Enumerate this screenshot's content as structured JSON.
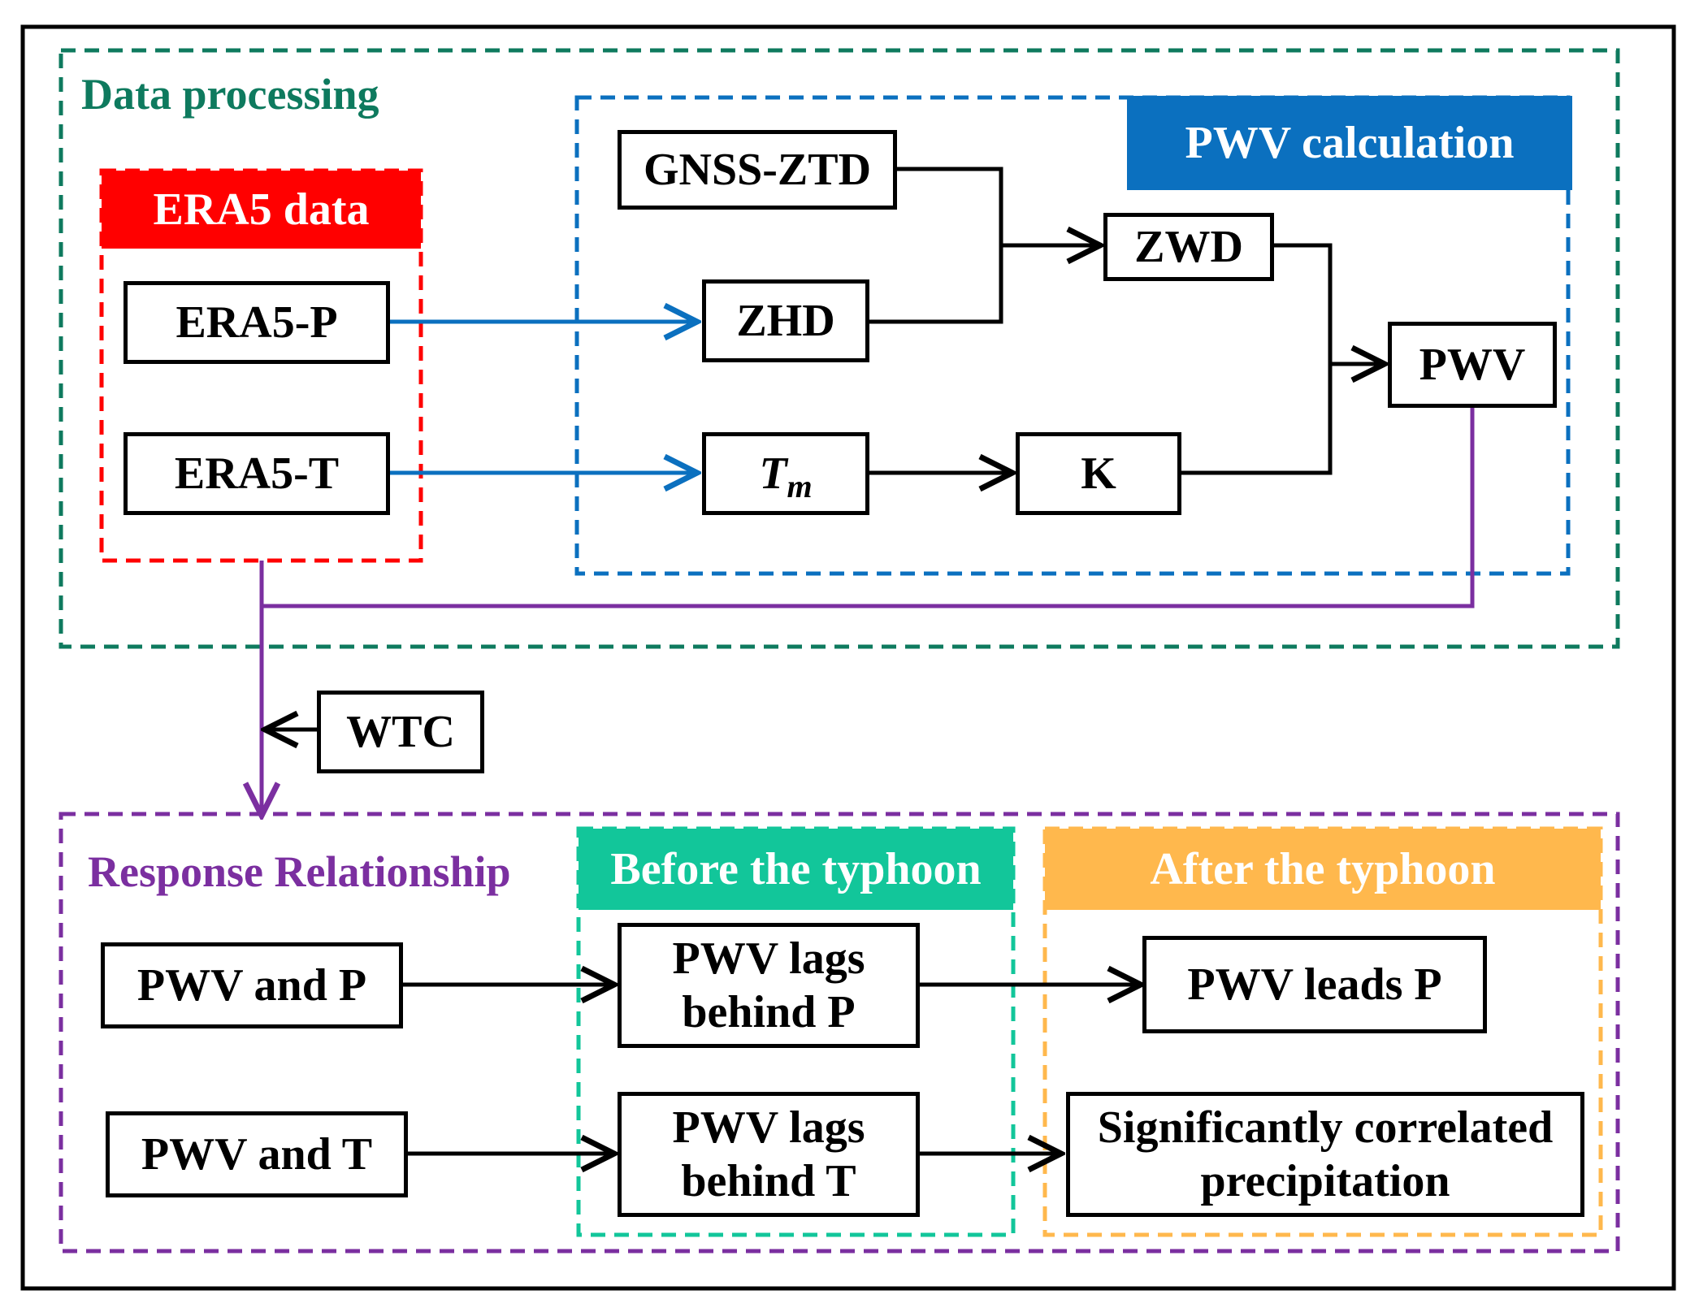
{
  "groups": {
    "data_processing": {
      "title": "Data processing",
      "color": "#0e7a5e"
    },
    "era5": {
      "title": "ERA5 data",
      "color": "#ff0000"
    },
    "pwv_calc": {
      "title": "PWV calculation",
      "color": "#0b70bf"
    },
    "response": {
      "title": "Response Relationship",
      "color": "#7b2fa0"
    },
    "before": {
      "title": "Before the typhoon",
      "color": "#12c69a"
    },
    "after": {
      "title": "After the typhoon",
      "color": "#ffb84d"
    }
  },
  "nodes": {
    "era5_p": "ERA5-P",
    "era5_t": "ERA5-T",
    "gnss_ztd": "GNSS-ZTD",
    "zhd": "ZHD",
    "zwd": "ZWD",
    "tm_base": "T",
    "tm_sub": "m",
    "k": "K",
    "pwv": "PWV",
    "wtc": "WTC",
    "pwv_and_p": "PWV and P",
    "pwv_and_t": "PWV and T",
    "lags_p_line1": "PWV lags",
    "lags_p_line2": "behind P",
    "lags_t_line1": "PWV lags",
    "lags_t_line2": "behind T",
    "leads_p": "PWV leads P",
    "sig_line1": "Significantly correlated",
    "sig_line2": "precipitation"
  },
  "colors": {
    "blue_arrow": "#0b70bf",
    "purple_line": "#7b2fa0",
    "black_line": "#000000"
  }
}
